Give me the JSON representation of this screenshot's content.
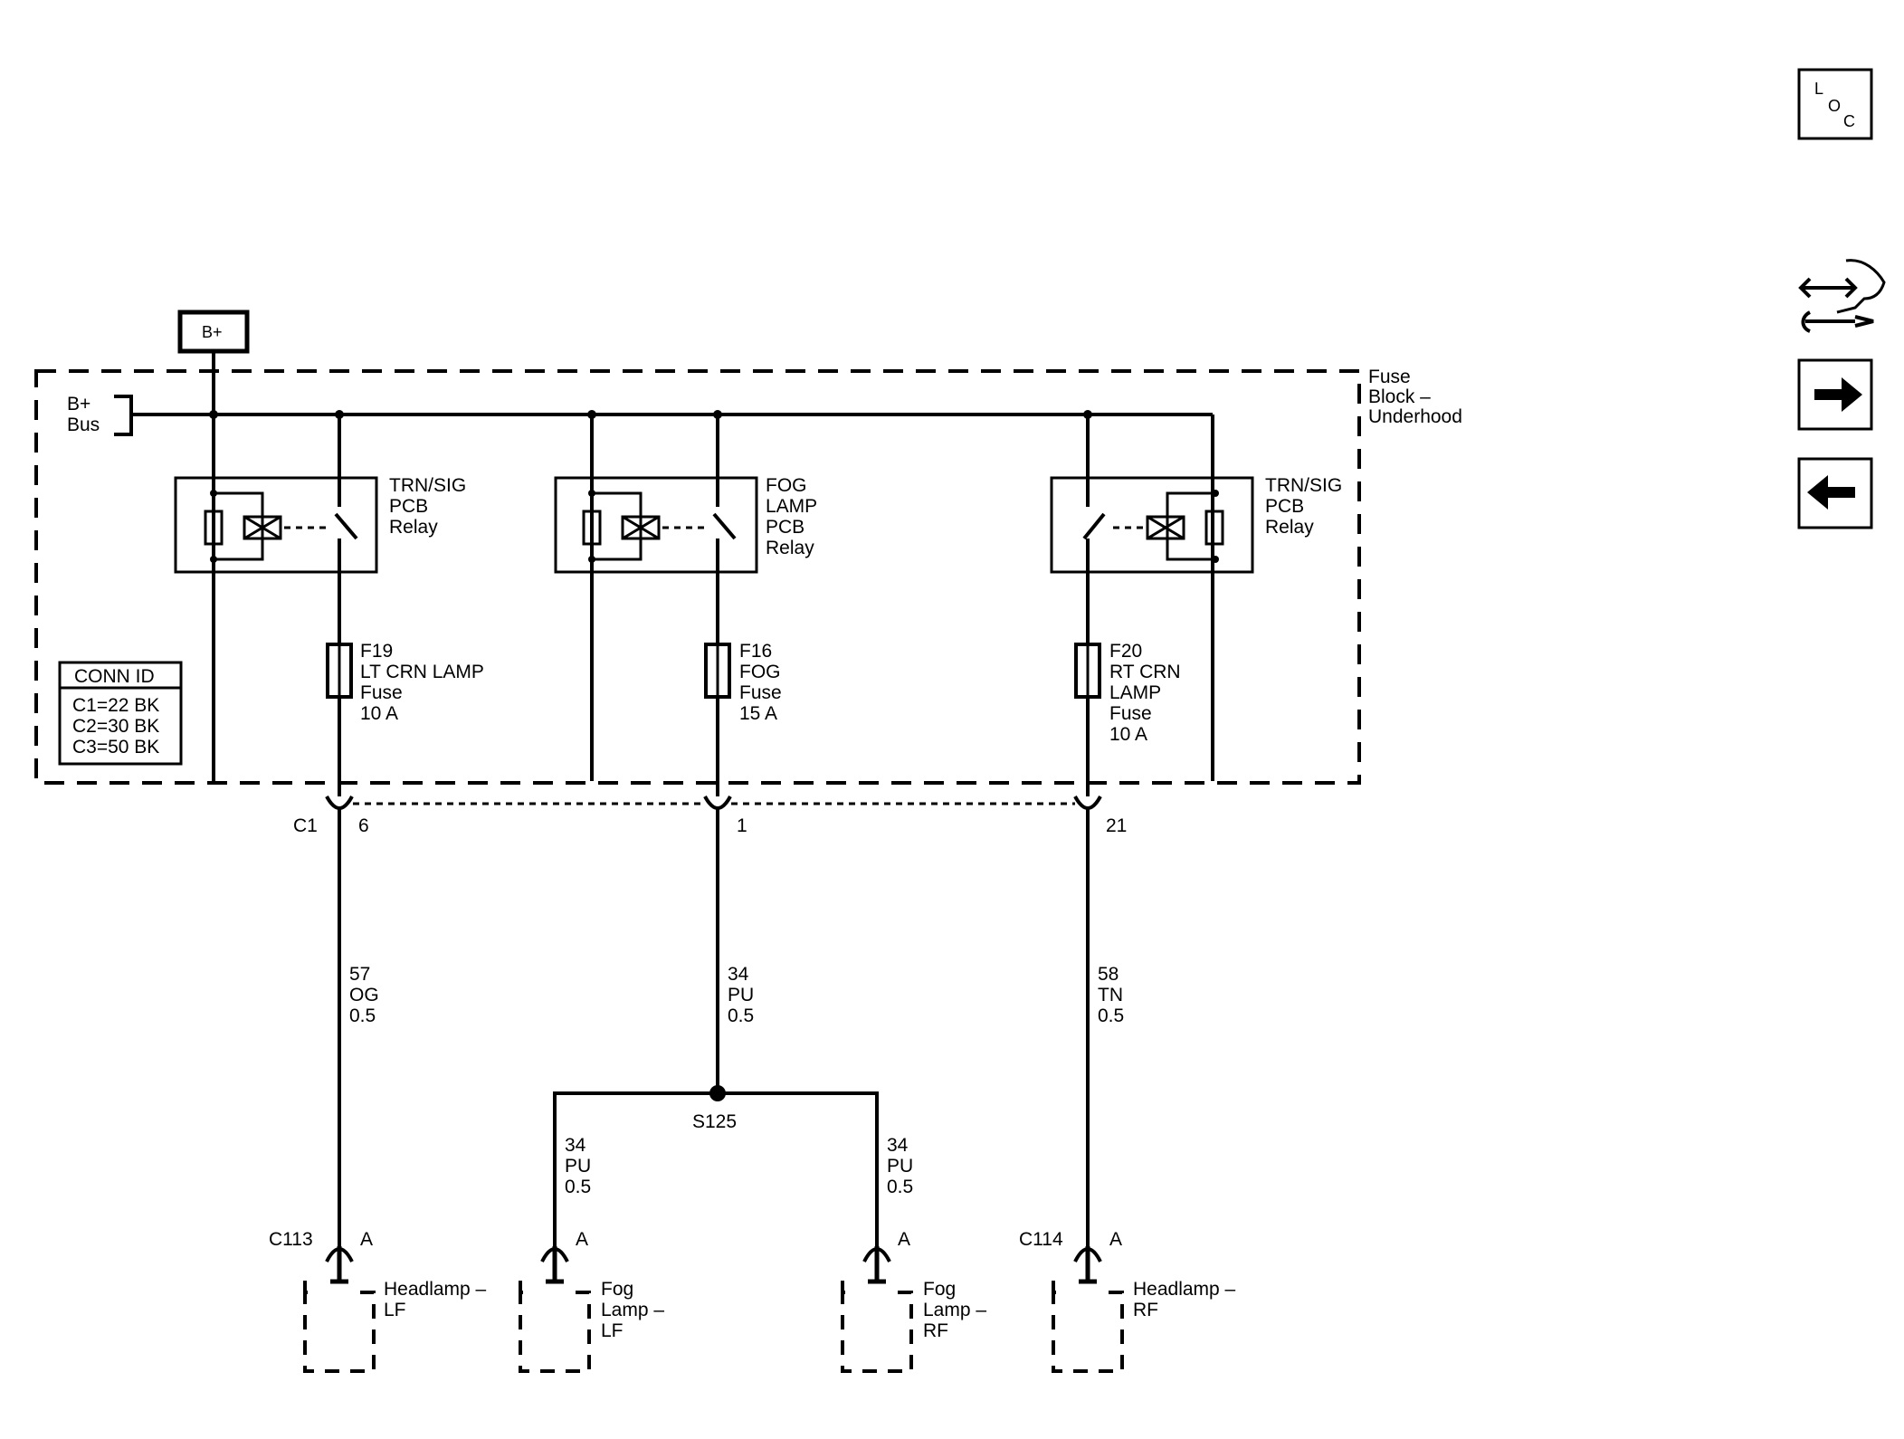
{
  "nav": {
    "loc_icon": "loc-icon",
    "loc_letters": [
      "L",
      "O",
      "C"
    ],
    "connector_icon": "connector-wrench-icon",
    "next_icon": "arrow-right-icon",
    "prev_icon": "arrow-left-icon"
  },
  "power": {
    "battery": "B+",
    "bus_line1": "B+",
    "bus_line2": "Bus"
  },
  "fuse_block": {
    "line1": "Fuse",
    "line2": "Block –",
    "line3": "Underhood"
  },
  "relays": {
    "left": {
      "line1": "TRN/SIG",
      "line2": "PCB",
      "line3": "Relay"
    },
    "center": {
      "line1": "FOG",
      "line2": "LAMP",
      "line3": "PCB",
      "line4": "Relay"
    },
    "right": {
      "line1": "TRN/SIG",
      "line2": "PCB",
      "line3": "Relay"
    }
  },
  "fuses": {
    "f19": {
      "line1": "F19",
      "line2": "LT CRN LAMP",
      "line3": "Fuse",
      "line4": "10 A"
    },
    "f16": {
      "line1": "F16",
      "line2": "FOG",
      "line3": "Fuse",
      "line4": "15 A"
    },
    "f20": {
      "line1": "F20",
      "line2": "RT CRN",
      "line3": "LAMP",
      "line4": "Fuse",
      "line5": "10 A"
    }
  },
  "conn_id": {
    "title": "CONN ID",
    "rows": [
      "C1=22 BK",
      "C2=30 BK",
      "C3=50 BK"
    ]
  },
  "connector_c1": {
    "label": "C1",
    "pins": [
      "6",
      "1",
      "21"
    ]
  },
  "wires": {
    "left": {
      "circuit": "57",
      "color": "OG",
      "gauge": "0.5"
    },
    "center": {
      "circuit": "34",
      "color": "PU",
      "gauge": "0.5"
    },
    "right": {
      "circuit": "58",
      "color": "TN",
      "gauge": "0.5"
    },
    "fog_lf": {
      "circuit": "34",
      "color": "PU",
      "gauge": "0.5"
    },
    "fog_rf": {
      "circuit": "34",
      "color": "PU",
      "gauge": "0.5"
    }
  },
  "splice": "S125",
  "loads": {
    "headlamp_lf": {
      "connector": "C113",
      "pin": "A",
      "line1": "Headlamp –",
      "line2": "LF"
    },
    "fog_lf": {
      "pin": "A",
      "line1": "Fog",
      "line2": "Lamp –",
      "line3": "LF"
    },
    "fog_rf": {
      "pin": "A",
      "line1": "Fog",
      "line2": "Lamp –",
      "line3": "RF"
    },
    "headlamp_rf": {
      "connector": "C114",
      "pin": "A",
      "line1": "Headlamp –",
      "line2": "RF"
    }
  }
}
